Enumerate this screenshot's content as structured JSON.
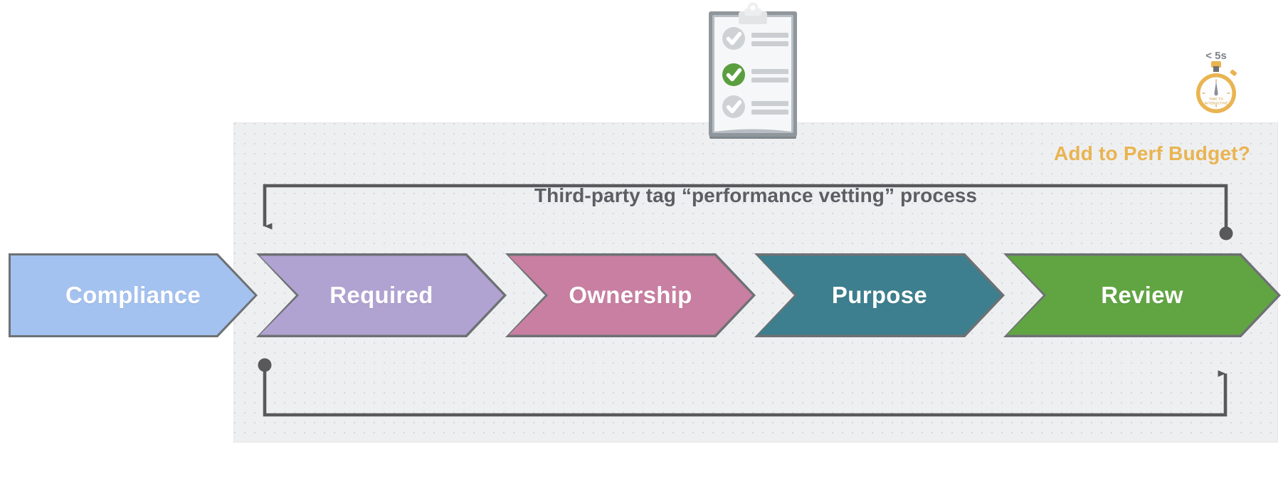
{
  "diagram": {
    "title": "Third-party tag “performance vetting” process",
    "perf_budget_label": "Add to Perf Budget?",
    "panel_bg": "#eeeff1",
    "wire_color": "#59595b",
    "title_color": "#5b5f63",
    "accent_color": "#e9b451"
  },
  "stages": [
    {
      "label": "Compliance",
      "color": "#a4c2ef",
      "border": "#6e7174",
      "text_color": "#ffffff"
    },
    {
      "label": "Required",
      "color": "#b0a3d2",
      "border": "#6e7174",
      "text_color": "#ffffff"
    },
    {
      "label": "Ownership",
      "color": "#c87fa2",
      "border": "#6e7174",
      "text_color": "#ffffff"
    },
    {
      "label": "Purpose",
      "color": "#3d7f8e",
      "border": "#6e7174",
      "text_color": "#ffffff"
    },
    {
      "label": "Review",
      "color": "#61a543",
      "border": "#6e7174",
      "text_color": "#ffffff"
    }
  ],
  "stopwatch": {
    "threshold_label": "< 5s",
    "metric_line1": "TIME TO",
    "metric_line2": "INTERACTIVE",
    "body_color": "#e9b451"
  },
  "clipboard": {
    "items": [
      {
        "state": "pending",
        "check_color": "#cfd2d5"
      },
      {
        "state": "complete",
        "check_color": "#5a9e3f"
      },
      {
        "state": "pending",
        "check_color": "#cfd2d5"
      }
    ],
    "board_color": "#9aa0a6",
    "paper_color": "#f4f5f6"
  },
  "loops": {
    "top": {
      "from": "Review",
      "to": "Compliance",
      "direction": "right-to-left"
    },
    "bottom": {
      "from": "Compliance",
      "to": "Review",
      "direction": "left-to-right"
    }
  }
}
